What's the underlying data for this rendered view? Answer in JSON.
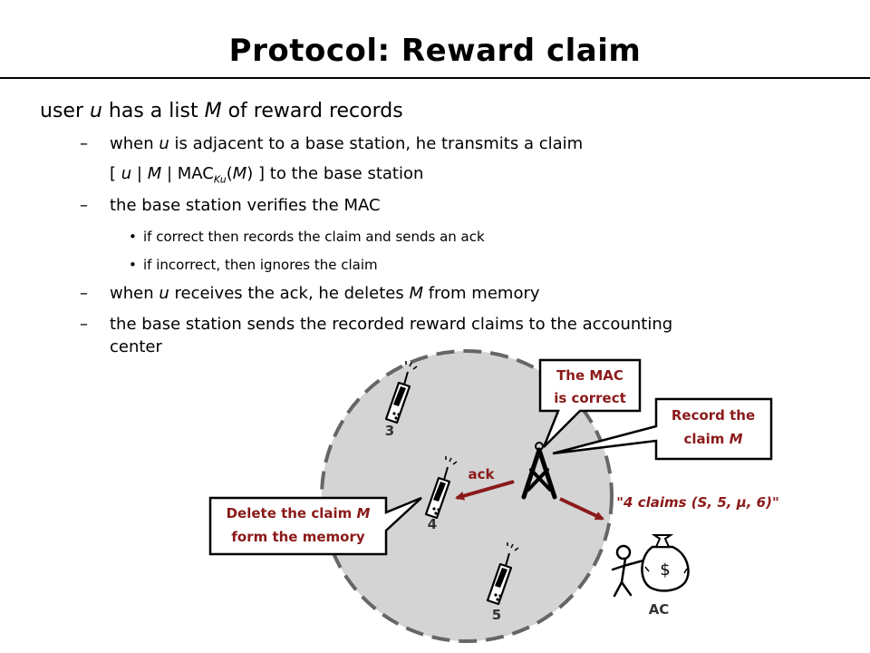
{
  "slide": {
    "title": "Protocol: Reward claim"
  },
  "bullets": {
    "b1": {
      "pre": "user ",
      "u": "u",
      "mid": " has a list ",
      "M": "M",
      "post": " of reward records"
    },
    "b2": {
      "dash": "–",
      "pre": "when ",
      "u": "u",
      "post": " is adjacent to a base station, he transmits a claim"
    },
    "b2b": {
      "open": "[ ",
      "u": "u",
      "sep1": " | ",
      "M": "M",
      "sep2": " | MAC",
      "sub": "Ku",
      "paren_open": "(",
      "M2": "M",
      "tail": ") ] to the base station"
    },
    "b3": {
      "dash": "–",
      "text": "the base station verifies the MAC"
    },
    "b3a": {
      "dot": "•",
      "text": "if correct then records the claim and sends an ack"
    },
    "b3b": {
      "dot": "•",
      "text": "if incorrect, then ignores the claim"
    },
    "b4": {
      "dash": "–",
      "pre": "when ",
      "u": "u",
      "mid": " receives the ack, he deletes ",
      "M": "M",
      "post": " from memory"
    },
    "b5": {
      "dash": "–",
      "line1": "the base station sends the recorded reward claims to the accounting",
      "line2": "center"
    }
  },
  "diagram": {
    "phone_labels": [
      "3",
      "4",
      "5"
    ],
    "ack_label": "ack",
    "callout_mac": {
      "line1": "The MAC",
      "line2": "is correct"
    },
    "callout_record": {
      "line1": "Record the",
      "line2_pre": "claim ",
      "line2_M": "M"
    },
    "callout_delete": {
      "line1_pre": "Delete the claim ",
      "line1_M": "M",
      "line2": "form the memory"
    },
    "claims_label": "\"4 claims (S, 5, μ, 6)\"",
    "ac_label": "AC",
    "moneybag_symbol": "$",
    "colors": {
      "accent": "#8b1a1a",
      "circle_fill": "#d4d4d4",
      "circle_stroke": "#666666"
    },
    "icons": [
      "mobile-phone-icon",
      "antenna-tower-icon",
      "person-icon",
      "money-bag-icon"
    ]
  }
}
